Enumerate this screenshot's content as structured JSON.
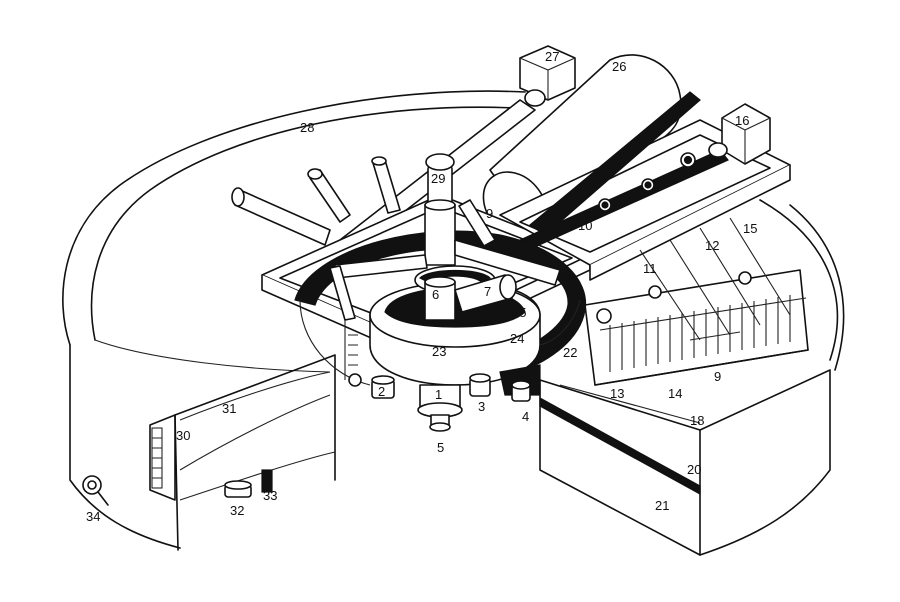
{
  "labels": [
    "1",
    "2",
    "3",
    "4",
    "5",
    "6",
    "7",
    "8",
    "9",
    "10",
    "11",
    "12",
    "13",
    "14",
    "15",
    "16",
    "18",
    "20",
    "21",
    "22",
    "23",
    "24",
    "25",
    "26",
    "27",
    "28",
    "29",
    "30",
    "31",
    "32",
    "33",
    "34"
  ]
}
